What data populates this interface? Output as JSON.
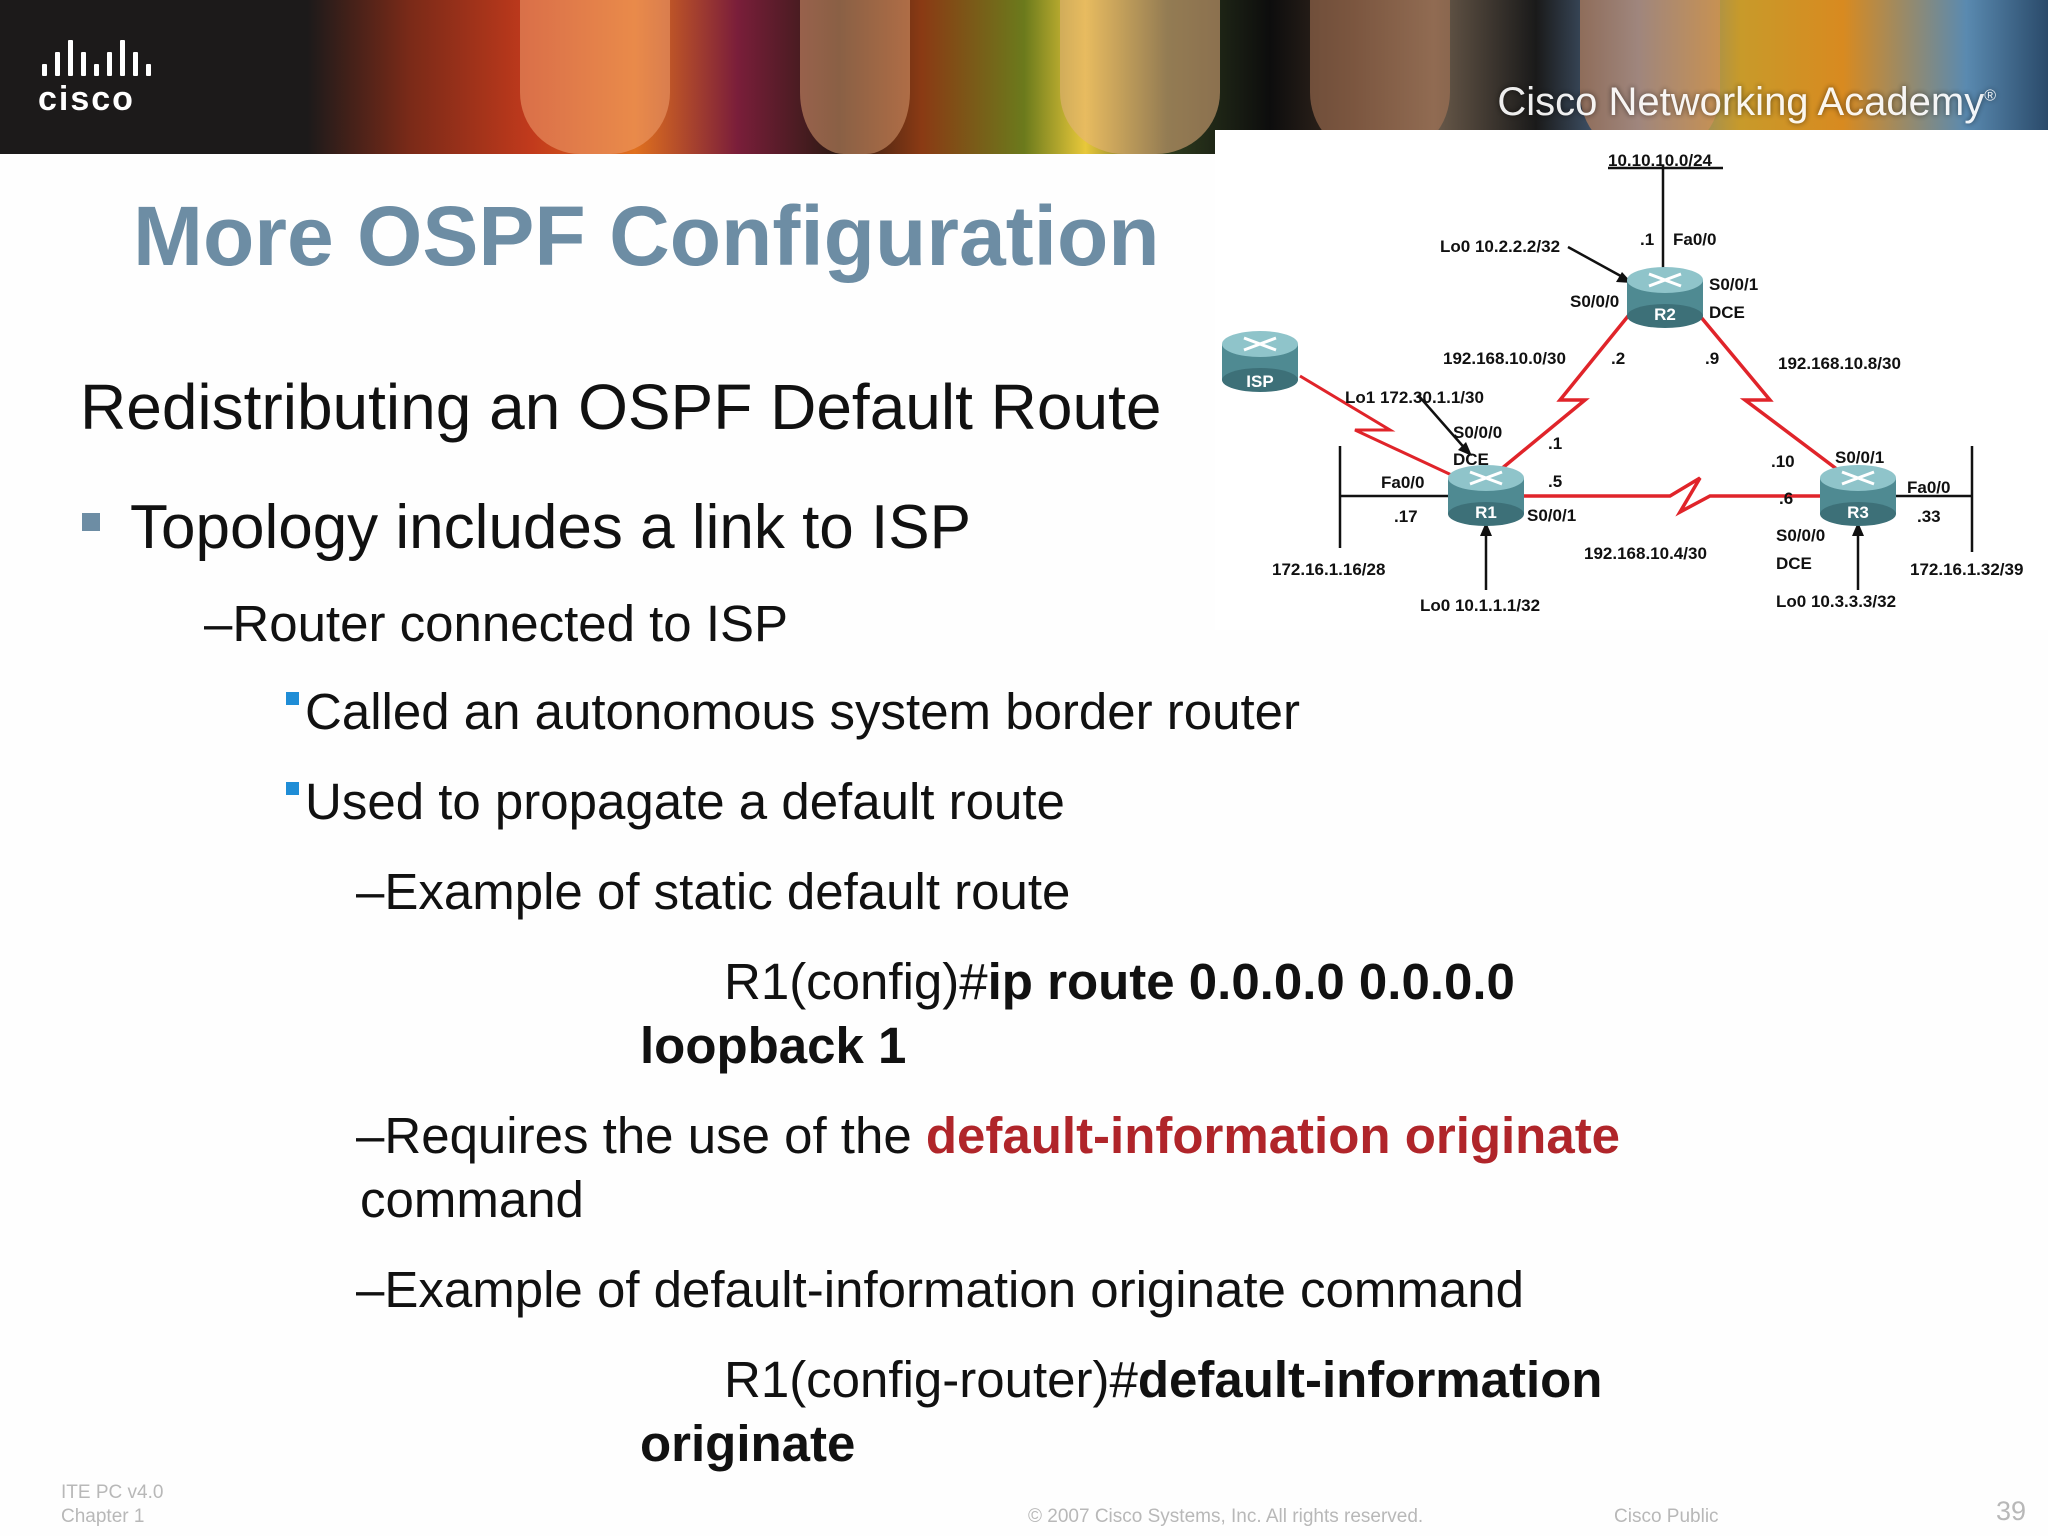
{
  "header": {
    "logo_text": "cisco",
    "academy_text": "Cisco Networking Academy",
    "academy_mark": "®"
  },
  "slide": {
    "title": "More OSPF Configuration",
    "heading": "Redistributing an OSPF Default Route",
    "bullet": "Topology includes a link to ISP",
    "sub1": "Router connected to ISP",
    "sub1_items": [
      "Called an autonomous system border router",
      "Used to propagate a default route"
    ],
    "sub2_example_static": "Example of static default route",
    "cmd1_prefix": "R1(config)#",
    "cmd1_bold_line1": "ip route 0.0.0.0 0.0.0.0",
    "cmd1_bold_line2": "loopback 1",
    "sub2_requires_prefix": "Requires the use of the ",
    "sub2_requires_highlight": "default-information originate",
    "sub2_requires_suffix": "command",
    "sub2_example_dio": "Example of default-information originate command",
    "cmd2_prefix": "R1(config-router)#",
    "cmd2_bold_line1": "default-information",
    "cmd2_bold_line2": "originate",
    "dash": "–"
  },
  "diagram": {
    "routers": {
      "isp": "ISP",
      "r1": "R1",
      "r2": "R2",
      "r3": "R3"
    },
    "labels": {
      "net_top": "10.10.10.0/24",
      "r2_lo0": "Lo0 10.2.2.2/32",
      "r2_fa_host": ".1",
      "r2_fa": "Fa0/0",
      "r2_s000": "S0/0/0",
      "r2_s001": "S0/0/1",
      "r2_dce": "DCE",
      "net_r1r2": "192.168.10.0/30",
      "r2_s000_host": ".2",
      "r2_s001_host": ".9",
      "net_r2r3": "192.168.10.8/30",
      "r1_lo1": "Lo1 172.30.1.1/30",
      "r1_s000": "S0/0/0",
      "r1_dce": "DCE",
      "r1_s000_host": ".1",
      "r1_s001_host": ".5",
      "r1_fa": "Fa0/0",
      "r1_fa_host": ".17",
      "r1_s001": "S0/0/1",
      "net_r1lan": "172.16.1.16/28",
      "net_r1r3": "192.168.10.4/30",
      "r1_lo0": "Lo0 10.1.1.1/32",
      "r3_s001_host": ".10",
      "r3_s001": "S0/0/1",
      "r3_s000_host": ".6",
      "r3_fa": "Fa0/0",
      "r3_fa_host": ".33",
      "r3_s000": "S0/0/0",
      "r3_dce": "DCE",
      "net_r3lan": "172.16.1.32/39",
      "r3_lo0": "Lo0 10.3.3.3/32"
    }
  },
  "footer": {
    "course": "ITE PC v4.0",
    "chapter": "Chapter 1",
    "copyright": "© 2007 Cisco Systems, Inc. All rights reserved.",
    "classification": "Cisco Public",
    "page": "39"
  }
}
